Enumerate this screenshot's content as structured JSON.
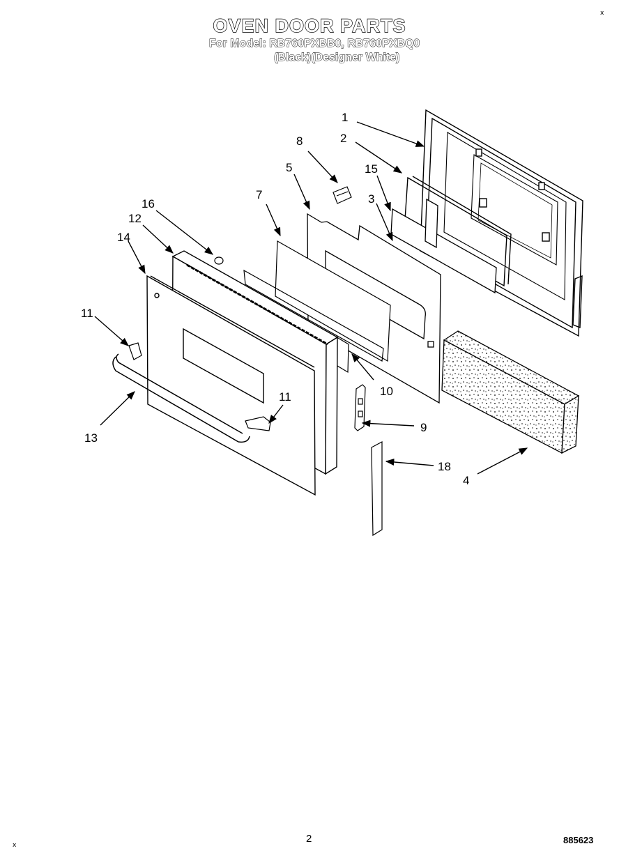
{
  "header": {
    "title": "OVEN DOOR PARTS",
    "model_line": "For Model: RB760PXBB0, RB760PXBQ0",
    "variant_line": "(Black)(Designer White)"
  },
  "corner_marks": {
    "top_right": "x",
    "bottom_left": "x"
  },
  "footer": {
    "page_number": "2",
    "document_number": "885623"
  },
  "callouts": [
    {
      "id": "c1",
      "label": "1"
    },
    {
      "id": "c2",
      "label": "2"
    },
    {
      "id": "c3",
      "label": "3"
    },
    {
      "id": "c4",
      "label": "4"
    },
    {
      "id": "c5",
      "label": "5"
    },
    {
      "id": "c7",
      "label": "7"
    },
    {
      "id": "c8",
      "label": "8"
    },
    {
      "id": "c9",
      "label": "9"
    },
    {
      "id": "c10",
      "label": "10"
    },
    {
      "id": "c11a",
      "label": "11"
    },
    {
      "id": "c11b",
      "label": "11"
    },
    {
      "id": "c12",
      "label": "12"
    },
    {
      "id": "c13",
      "label": "13"
    },
    {
      "id": "c14",
      "label": "14"
    },
    {
      "id": "c15",
      "label": "15"
    },
    {
      "id": "c16",
      "label": "16"
    },
    {
      "id": "c18",
      "label": "18"
    }
  ]
}
